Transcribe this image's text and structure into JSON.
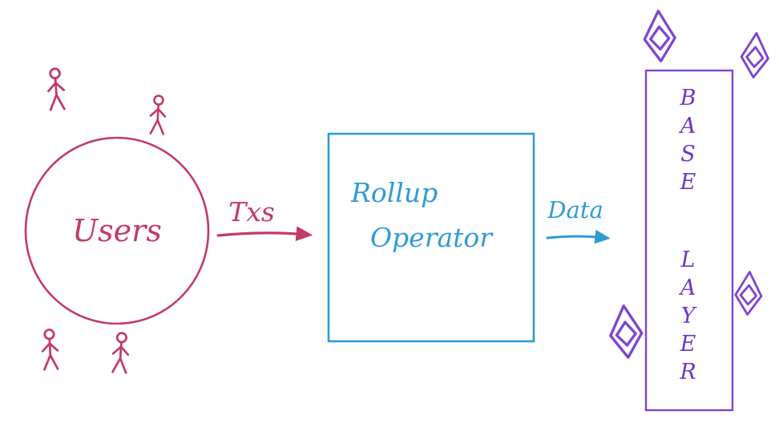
{
  "diagram": {
    "users_group": {
      "label": "Users"
    },
    "txs_arrow": {
      "label": "Txs"
    },
    "rollup_box": {
      "line1": "Rollup",
      "line2": "Operator"
    },
    "data_arrow": {
      "label": "Data"
    },
    "base_layer": {
      "letters_word1": [
        "B",
        "A",
        "S",
        "E"
      ],
      "letters_word2": [
        "L",
        "A",
        "Y",
        "E",
        "R"
      ]
    },
    "icons": {
      "users": "stick-figure-icon",
      "ethereum": "ethereum-diamond-icon"
    },
    "colors": {
      "users_crimson": "#c2396b",
      "rollup_blue": "#2f9bd6",
      "base_purple": "#7e45cf"
    }
  }
}
